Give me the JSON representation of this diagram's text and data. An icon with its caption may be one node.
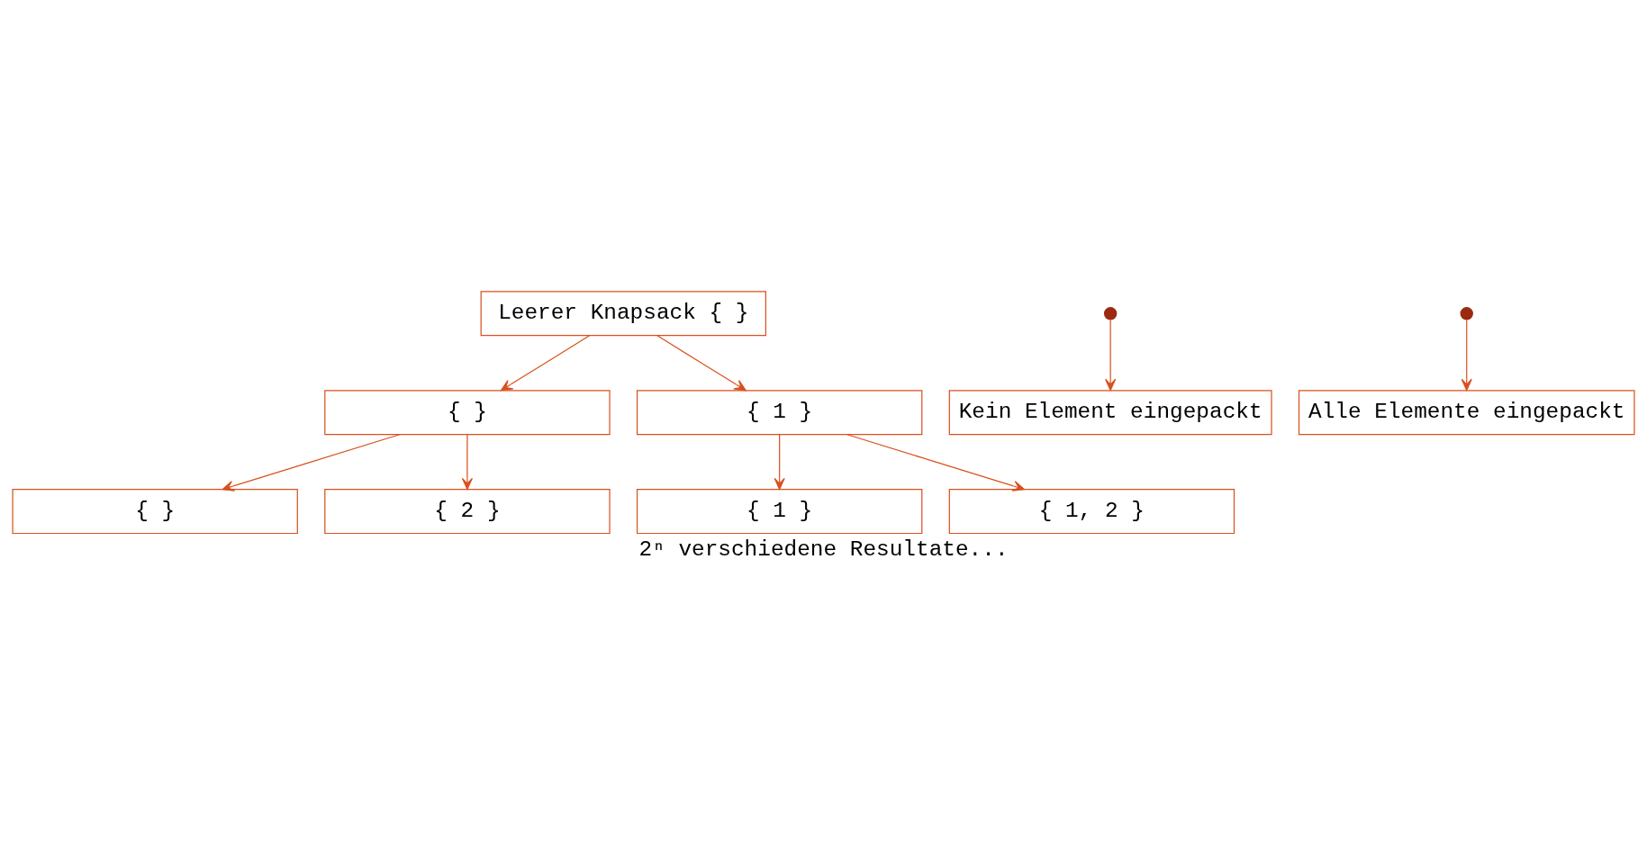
{
  "diagram": {
    "caption": "2ⁿ verschiedene Resultate...",
    "nodes": [
      {
        "text": [
          "Leerer Knapsack { }"
        ]
      },
      {
        "text": [
          "{ }"
        ]
      },
      {
        "text": [
          "{ 1 }"
        ]
      },
      {
        "text": [
          "{ }"
        ]
      },
      {
        "text": [
          "{ 2 }"
        ]
      },
      {
        "text": [
          "{ 1 }"
        ]
      },
      {
        "text": [
          "{ 1, 2 }"
        ]
      },
      {
        "text": [
          "Kein Element eingepackt"
        ]
      },
      {
        "text": [
          "Alle Elemente eingepackt"
        ]
      }
    ],
    "edges": [
      {
        "from": 0,
        "to": 1,
        "arrow": "to"
      },
      {
        "from": 0,
        "to": 2,
        "arrow": "to"
      },
      {
        "from": 1,
        "to": 3,
        "arrow": "to"
      },
      {
        "from": 1,
        "to": 4,
        "arrow": "to"
      },
      {
        "from": 2,
        "to": 5,
        "arrow": "to"
      },
      {
        "from": 2,
        "to": 6,
        "arrow": "to"
      },
      {
        "from": null,
        "to": 7,
        "arrow": "to"
      },
      {
        "from": null,
        "to": 8,
        "arrow": "to"
      }
    ]
  }
}
